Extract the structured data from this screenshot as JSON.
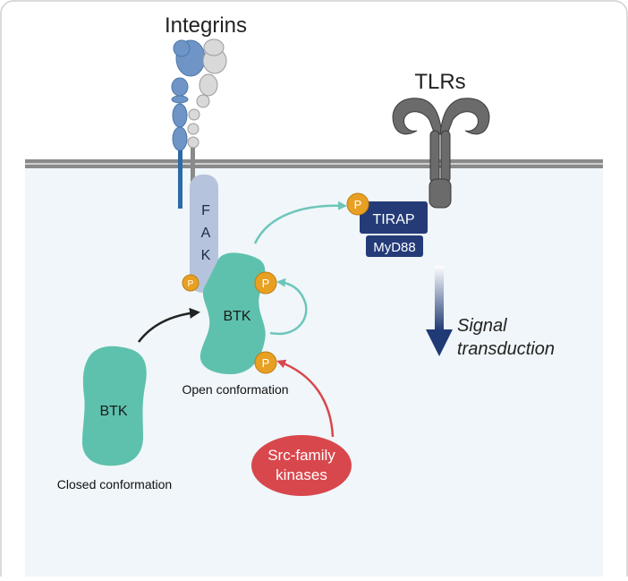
{
  "labels": {
    "integrins": "Integrins",
    "tlrs": "TLRs",
    "fak_letters": [
      "F",
      "A",
      "K"
    ],
    "btk_open": "BTK",
    "btk_closed": "BTK",
    "open_conformation": "Open conformation",
    "closed_conformation": "Closed conformation",
    "tirap": "TIRAP",
    "myd88": "MyD88",
    "signal_line1": "Signal",
    "signal_line2": "transduction",
    "src_line1": "Src-family",
    "src_line2": "kinases",
    "phospho": "P"
  },
  "colors": {
    "btk": "#5ec1ad",
    "fak": "#b6c3dc",
    "phospho": "#e8a023",
    "tirap": "#243b78",
    "signal_arrow": "#1f3a75",
    "src": "#d8474c",
    "cytoplasm": "#f0f6f9",
    "membrane": "#8a8a8a",
    "integrin_blue": "#6e95c6",
    "integrin_grey": "#d9d9d9",
    "tlr": "#6b6b6b"
  }
}
